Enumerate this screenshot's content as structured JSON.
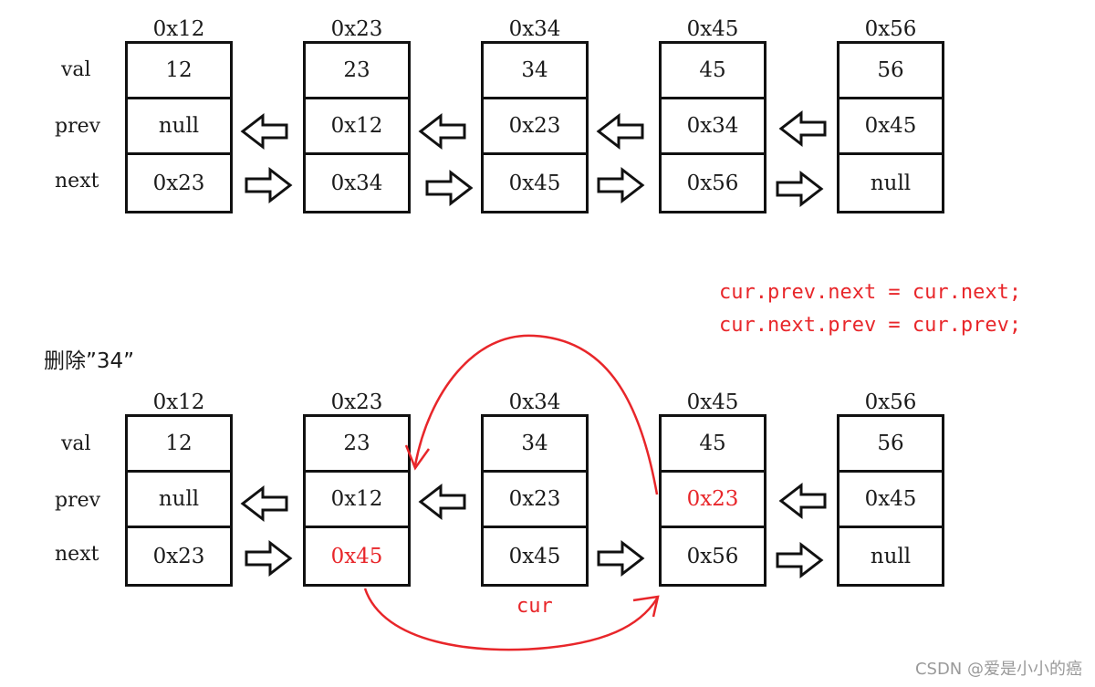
{
  "top": {
    "row_labels": [
      "val",
      "prev",
      "next"
    ],
    "nodes": [
      {
        "addr": "0x12",
        "val": "12",
        "prev": "null",
        "next": "0x23"
      },
      {
        "addr": "0x23",
        "val": "23",
        "prev": "0x12",
        "next": "0x34"
      },
      {
        "addr": "0x34",
        "val": "34",
        "prev": "0x23",
        "next": "0x45"
      },
      {
        "addr": "0x45",
        "val": "45",
        "prev": "0x34",
        "next": "0x56"
      },
      {
        "addr": "0x56",
        "val": "56",
        "prev": "0x45",
        "next": "null"
      }
    ]
  },
  "code": {
    "line1": "cur.prev.next = cur.next;",
    "line2": "cur.next.prev = cur.prev;"
  },
  "bottom": {
    "title": "删除”34”",
    "row_labels": [
      "val",
      "prev",
      "next"
    ],
    "nodes": [
      {
        "addr": "0x12",
        "val": "12",
        "prev": "null",
        "next": "0x23"
      },
      {
        "addr": "0x23",
        "val": "23",
        "prev": "0x12",
        "next": "0x45"
      },
      {
        "addr": "0x34",
        "val": "34",
        "prev": "0x23",
        "next": "0x45"
      },
      {
        "addr": "0x45",
        "val": "45",
        "prev": "0x23",
        "next": "0x56"
      },
      {
        "addr": "0x56",
        "val": "56",
        "prev": "0x45",
        "next": "null"
      }
    ],
    "cur_label": "cur"
  },
  "watermark": "CSDN @爱是小小的癌",
  "colors": {
    "highlight": "#e8262a",
    "stroke": "#111111"
  }
}
